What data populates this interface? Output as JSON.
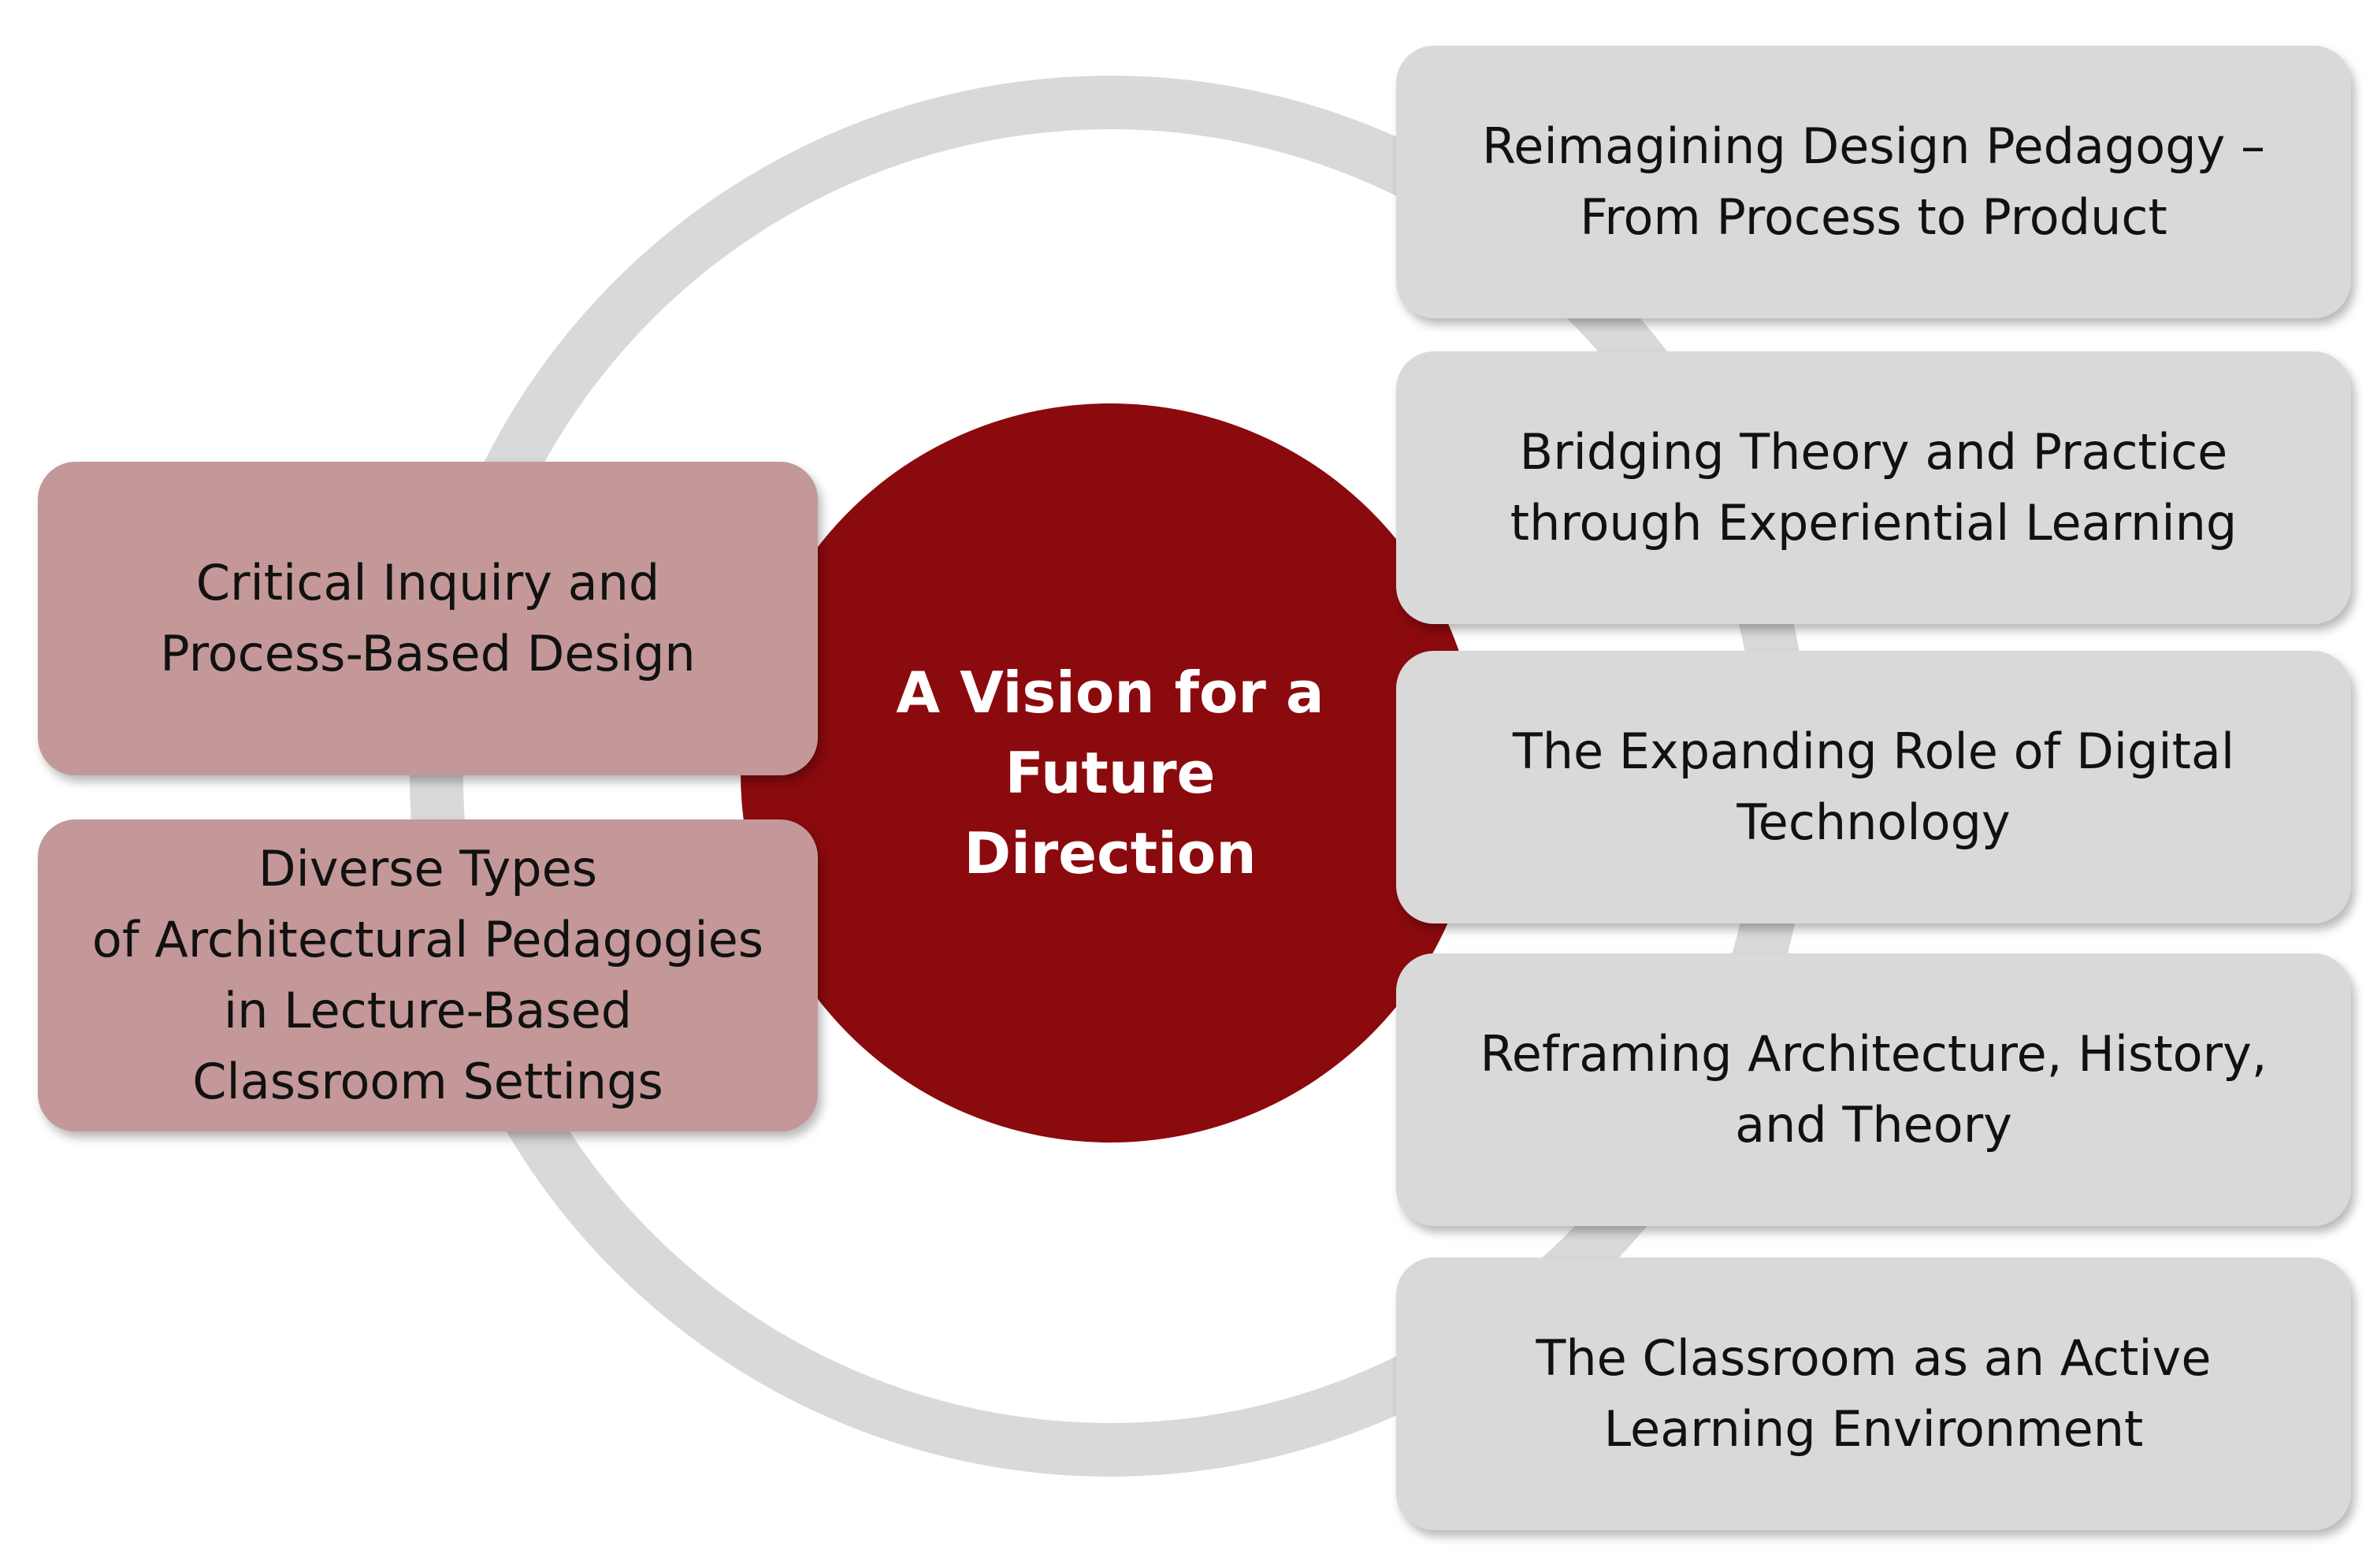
{
  "center": {
    "title_line1": "A Vision for a",
    "title_line2": "Future Direction"
  },
  "left_boxes": [
    {
      "line1": "Critical Inquiry and",
      "line2": "Process-Based Design"
    },
    {
      "line1": "Diverse Types",
      "line2": "of Architectural Pedagogies",
      "line3": "in Lecture-Based",
      "line4": "Classroom Settings"
    }
  ],
  "right_boxes": [
    {
      "line1": "Reimagining Design Pedagogy –",
      "line2": "From Process to Product"
    },
    {
      "line1": "Bridging Theory and Practice",
      "line2": "through Experiential Learning"
    },
    {
      "line1": "The Expanding Role of Digital",
      "line2": "Technology"
    },
    {
      "line1": "Reframing Architecture, History,",
      "line2": "and Theory"
    },
    {
      "line1": "The Classroom as an Active",
      "line2": "Learning Environment"
    }
  ],
  "colors": {
    "center_fill": "#8b0a0e",
    "ring": "#d9d9d9",
    "right_box_fill": "#d9d9d9",
    "left_box_fill": "#c49898",
    "center_text": "#ffffff",
    "box_text": "#111111"
  }
}
